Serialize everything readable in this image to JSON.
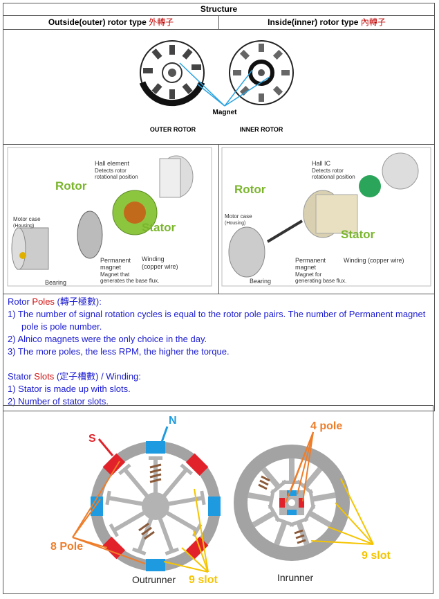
{
  "header": {
    "title": "Structure"
  },
  "columns": [
    {
      "label": "Outside(outer) rotor type",
      "cjk": "外轉子"
    },
    {
      "label": "Inside(inner) rotor type",
      "cjk": "內轉子"
    }
  ],
  "rotor_diagram": {
    "magnet_label": "Magnet",
    "outer_label": "OUTER ROTOR",
    "inner_label": "INNER ROTOR"
  },
  "exploded_left": {
    "hall_title": "Hall element",
    "hall_desc1": "Detects rotor",
    "hall_desc2": "rotational position",
    "rotor": "Rotor",
    "stator": "Stator",
    "case": "Motor case",
    "housing": "(Housing)",
    "winding1": "Winding",
    "winding2": "(copper wire)",
    "pm1": "Permanent",
    "pm2": "magnet",
    "pm3": "Magnet that",
    "pm4": "generates the base flux.",
    "bearing": "Bearing"
  },
  "exploded_right": {
    "hall_title": "Hall IC",
    "hall_desc1": "Detects rotor",
    "hall_desc2": "rotational position",
    "rotor": "Rotor",
    "stator": "Stator",
    "case": "Motor case",
    "housing": "(Housing)",
    "winding": "Winding (copper wire)",
    "pm1": "Permanent",
    "pm2": "magnet",
    "pm3": "Magnet for",
    "pm4": "generating base flux.",
    "bearing": "Bearing"
  },
  "notes": {
    "rotor_h1": "Rotor ",
    "rotor_h2": "Poles",
    "rotor_h3": " (轉子極數):",
    "rotor_items": [
      "1)  The number of signal rotation cycles is equal to the rotor pole pairs. The number of Permanent magnet pole is pole number.",
      "2)  Alnico magnets were the only choice in the day.",
      "3)  The more poles, the less RPM, the higher the torque."
    ],
    "stator_h1": "Stator ",
    "stator_h2": "Slots",
    "stator_h3": " (定子槽數) / Winding:",
    "stator_items": [
      "1)  Stator is made up with slots.",
      "2)  Number of stator slots."
    ]
  },
  "bottom": {
    "n_label": "N",
    "s_label": "S",
    "pole8": "8 Pole",
    "slot9_left": "9 slot",
    "outrunner": "Outrunner",
    "pole4": "4 pole",
    "slot9_right": "9 slot",
    "inrunner": "Inrunner"
  },
  "colors": {
    "north": "#1e9be0",
    "south": "#e2222a",
    "orange": "#ee7d2a",
    "yellow": "#f5c400",
    "green": "#7ab52c",
    "blue_text": "#1a1ad0"
  }
}
